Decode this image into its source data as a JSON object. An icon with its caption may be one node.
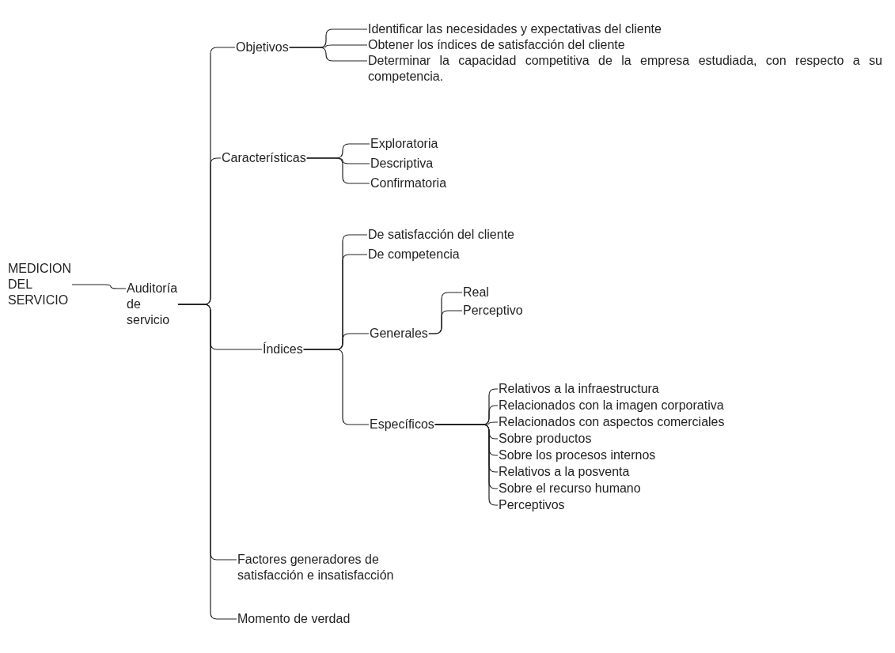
{
  "diagram": {
    "nodes": [
      {
        "text": [
          "MEDICION DEL SERVICIO"
        ]
      },
      {
        "text": [
          "Auditoría de servicio"
        ]
      },
      {
        "text": [
          "Objetivos"
        ]
      },
      {
        "text": [
          "Identificar las necesidades y expectativas del cliente"
        ]
      },
      {
        "text": [
          "Obtener los índices de satisfacción del cliente"
        ]
      },
      {
        "text": [
          "Determinar la capacidad competitiva de la empresa estudiada, con respecto a su competencia."
        ]
      },
      {
        "text": [
          "Características"
        ]
      },
      {
        "text": [
          "Exploratoria"
        ]
      },
      {
        "text": [
          "Descriptiva"
        ]
      },
      {
        "text": [
          "Confirmatoria"
        ]
      },
      {
        "text": [
          "Índices"
        ]
      },
      {
        "text": [
          "De satisfacción del cliente"
        ]
      },
      {
        "text": [
          "De competencia"
        ]
      },
      {
        "text": [
          "Generales"
        ]
      },
      {
        "text": [
          "Real"
        ]
      },
      {
        "text": [
          "Perceptivo"
        ]
      },
      {
        "text": [
          "Específicos"
        ]
      },
      {
        "text": [
          "Relativos a la infraestructura"
        ]
      },
      {
        "text": [
          "Relacionados con la imagen corporativa"
        ]
      },
      {
        "text": [
          "Relacionados con aspectos comerciales"
        ]
      },
      {
        "text": [
          "Sobre productos"
        ]
      },
      {
        "text": [
          "Sobre los procesos internos"
        ]
      },
      {
        "text": [
          "Relativos a la posventa"
        ]
      },
      {
        "text": [
          "Sobre el recurso humano"
        ]
      },
      {
        "text": [
          "Perceptivos"
        ]
      },
      {
        "text": [
          "Factores generadores de satisfacción e insatisfacción"
        ]
      },
      {
        "text": [
          "Momento de verdad"
        ]
      }
    ],
    "edges": [
      {
        "from": 0,
        "to": 1,
        "arrow": "none"
      },
      {
        "from": 1,
        "to": 2,
        "arrow": "none"
      },
      {
        "from": 1,
        "to": 6,
        "arrow": "none"
      },
      {
        "from": 1,
        "to": 10,
        "arrow": "none"
      },
      {
        "from": 1,
        "to": 25,
        "arrow": "none"
      },
      {
        "from": 1,
        "to": 26,
        "arrow": "none"
      },
      {
        "from": 2,
        "to": 3,
        "arrow": "none"
      },
      {
        "from": 2,
        "to": 4,
        "arrow": "none"
      },
      {
        "from": 2,
        "to": 5,
        "arrow": "none"
      },
      {
        "from": 6,
        "to": 7,
        "arrow": "none"
      },
      {
        "from": 6,
        "to": 8,
        "arrow": "none"
      },
      {
        "from": 6,
        "to": 9,
        "arrow": "none"
      },
      {
        "from": 10,
        "to": 11,
        "arrow": "none"
      },
      {
        "from": 10,
        "to": 12,
        "arrow": "none"
      },
      {
        "from": 10,
        "to": 13,
        "arrow": "none"
      },
      {
        "from": 10,
        "to": 16,
        "arrow": "none"
      },
      {
        "from": 13,
        "to": 14,
        "arrow": "none"
      },
      {
        "from": 13,
        "to": 15,
        "arrow": "none"
      },
      {
        "from": 16,
        "to": 17,
        "arrow": "none"
      },
      {
        "from": 16,
        "to": 18,
        "arrow": "none"
      },
      {
        "from": 16,
        "to": 19,
        "arrow": "none"
      },
      {
        "from": 16,
        "to": 20,
        "arrow": "none"
      },
      {
        "from": 16,
        "to": 21,
        "arrow": "none"
      },
      {
        "from": 16,
        "to": 22,
        "arrow": "none"
      },
      {
        "from": 16,
        "to": 23,
        "arrow": "none"
      },
      {
        "from": 16,
        "to": 24,
        "arrow": "none"
      }
    ]
  }
}
